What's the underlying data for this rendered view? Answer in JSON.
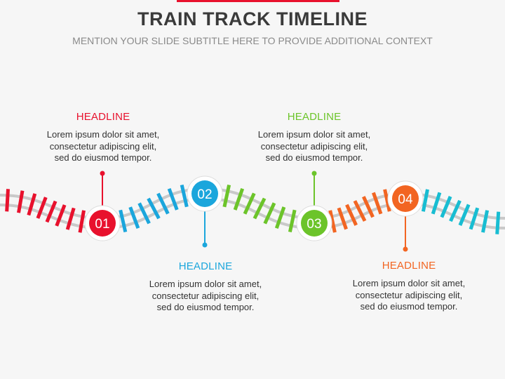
{
  "title": "TRAIN TRACK TIMELINE",
  "subtitle": "MENTION YOUR SLIDE SUBTITLE HERE TO PROVIDE ADDITIONAL CONTEXT",
  "colors": {
    "background": "#f6f6f6",
    "title": "#3a3a3a",
    "subtitle": "#8a8a8a",
    "rail": "#c9c9c9",
    "accent": "#e8112d"
  },
  "milestones": [
    {
      "number": "01",
      "color": "#e8112d",
      "headline": "HEADLINE",
      "text": "Lorem ipsum dolor sit amet,\nconsectetur adipiscing elit,\nsed do eiusmod tempor."
    },
    {
      "number": "02",
      "color": "#1ba6dc",
      "headline": "HEADLINE",
      "text": "Lorem ipsum dolor sit amet,\nconsectetur adipiscing elit,\nsed do eiusmod tempor."
    },
    {
      "number": "03",
      "color": "#6cc42a",
      "headline": "HEADLINE",
      "text": "Lorem ipsum dolor sit amet,\nconsectetur adipiscing elit,\nsed do eiusmod tempor."
    },
    {
      "number": "04",
      "color": "#f26522",
      "headline": "HEADLINE",
      "text": "Lorem ipsum dolor sit amet,\nconsectetur adipiscing elit,\nsed do eiusmod tempor."
    }
  ],
  "track_segment_colors": [
    "#e8112d",
    "#1ba6dc",
    "#6cc42a",
    "#f26522",
    "#18bdd2"
  ]
}
